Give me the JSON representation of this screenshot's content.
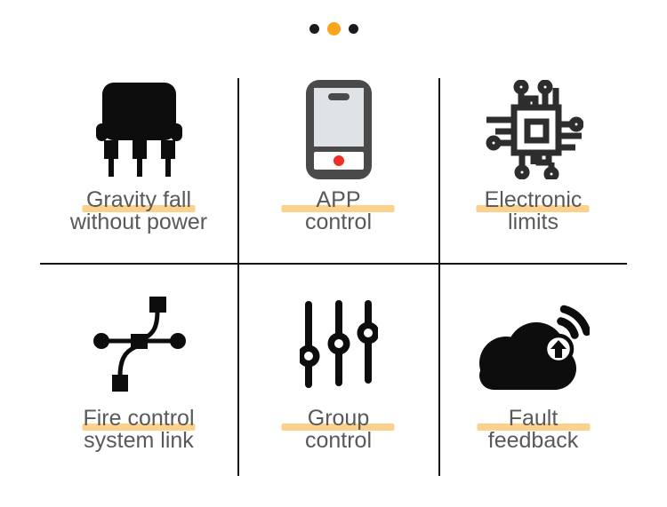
{
  "pagination": {
    "dots": [
      {
        "name": "carousel-dot-1",
        "active": false
      },
      {
        "name": "carousel-dot-2",
        "active": true
      },
      {
        "name": "carousel-dot-3",
        "active": false
      }
    ]
  },
  "features": [
    {
      "icon": "transistor-motor-icon",
      "line1": "Gravity fall",
      "line2": "without power"
    },
    {
      "icon": "smartphone-icon",
      "line1": "APP",
      "line2": "control"
    },
    {
      "icon": "circuit-chip-icon",
      "line1": "Electronic",
      "line2": "limits"
    },
    {
      "icon": "node-link-icon",
      "line1": "Fire control",
      "line2": "system link"
    },
    {
      "icon": "sliders-icon",
      "line1": "Group",
      "line2": "control"
    },
    {
      "icon": "cloud-upload-wifi-icon",
      "line1": "Fault",
      "line2": "feedback"
    }
  ],
  "colors": {
    "highlight": "#fbd18c",
    "text": "#58595b",
    "icon": "#0d0d0d",
    "dot_active": "#f9a51d",
    "dot_inactive": "#1b1b1b",
    "phone_frame": "#4a4a4b",
    "phone_screen": "#dfe3e7",
    "phone_button_dot": "#ee3124",
    "divider": "#111111"
  }
}
